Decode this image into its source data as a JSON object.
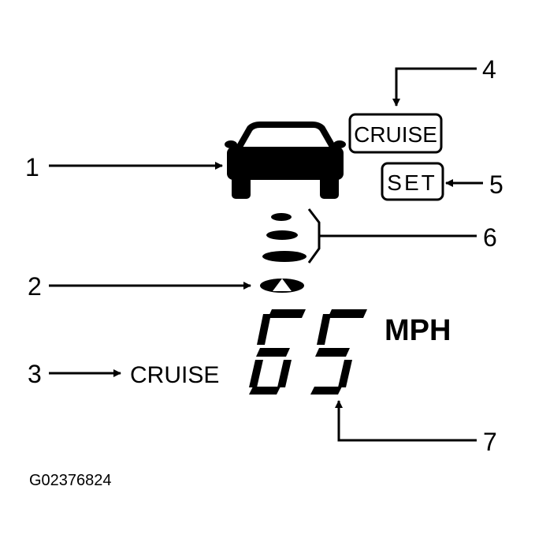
{
  "callouts": {
    "c1": "1",
    "c2": "2",
    "c3": "3",
    "c4": "4",
    "c5": "5",
    "c6": "6",
    "c7": "7"
  },
  "indicators": {
    "cruise_boxed": "CRUISE",
    "set_boxed": "SET",
    "cruise_plain": "CRUISE"
  },
  "speed": {
    "value": "65",
    "unit": "MPH"
  },
  "figure_code": "G02376824",
  "colors": {
    "ink": "#000000",
    "background": "#ffffff"
  }
}
